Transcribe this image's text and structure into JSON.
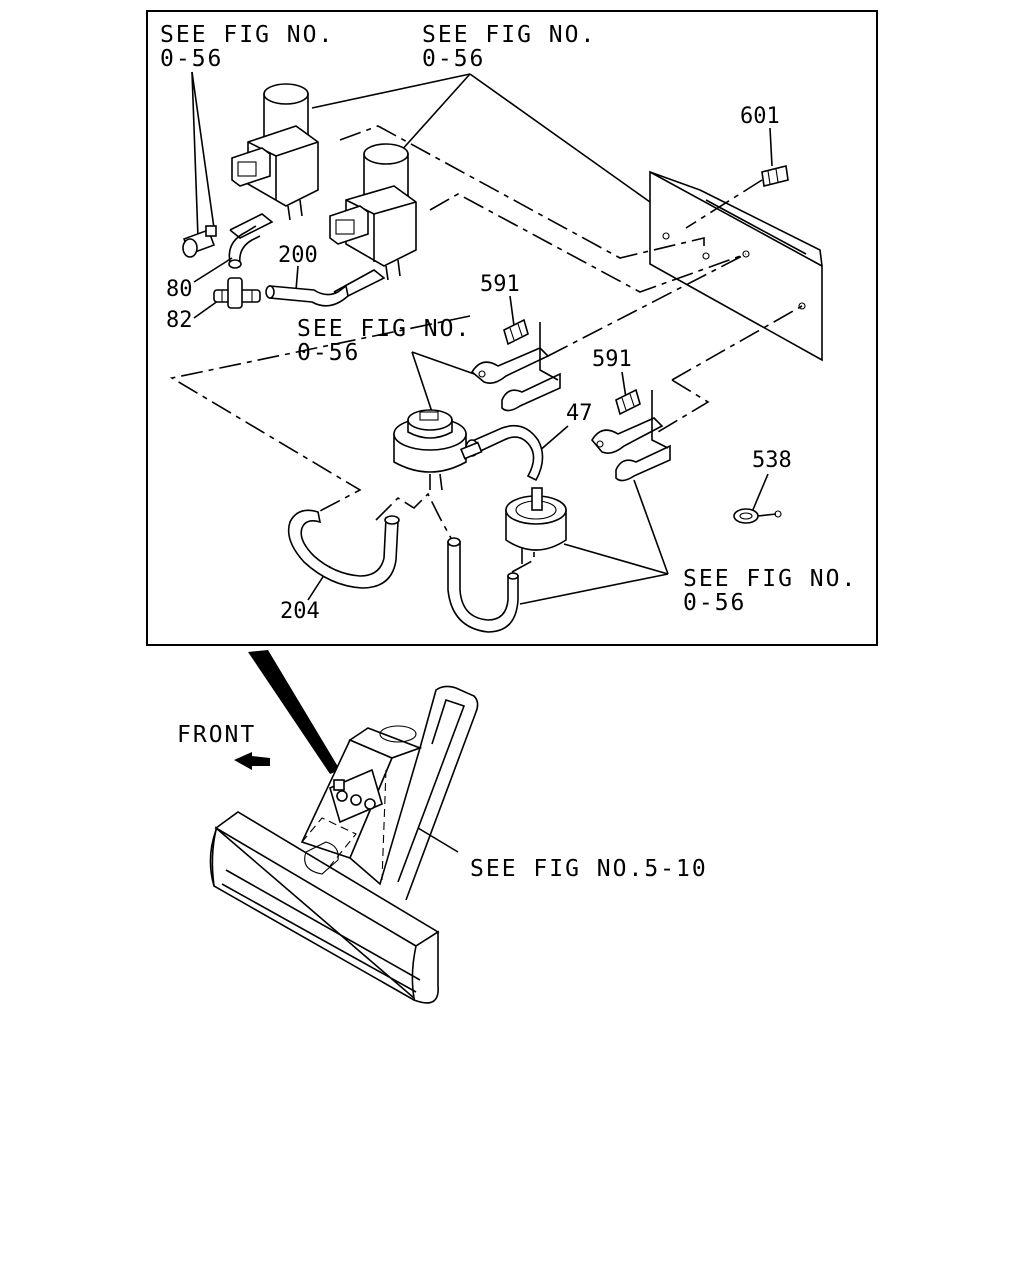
{
  "labels": {
    "see_fig_top_left_line1": "SEE FIG NO.",
    "see_fig_top_left_line2": "0-56",
    "see_fig_top_mid_line1": "SEE FIG NO.",
    "see_fig_top_mid_line2": "0-56",
    "see_fig_center_line1": "SEE FIG NO.",
    "see_fig_center_line2": "0-56",
    "see_fig_right_line1": "SEE FIG NO.",
    "see_fig_right_line2": "0-56",
    "see_fig_bottom": "SEE FIG NO.5-10",
    "front": "FRONT"
  },
  "part_numbers": {
    "p601": "601",
    "p80": "80",
    "p82": "82",
    "p200": "200",
    "p591_a": "591",
    "p591_b": "591",
    "p47": "47",
    "p538": "538",
    "p204": "204"
  },
  "icons": {
    "front_arrow": "front-arrow-icon"
  }
}
